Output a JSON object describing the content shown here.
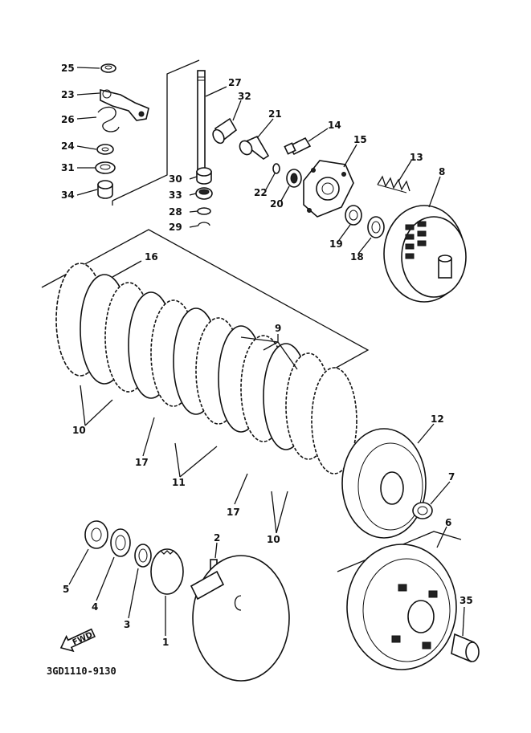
{
  "diagram_code": "3GD1110-9130",
  "fwd_label": "FWD",
  "parts": [
    {
      "id": "p1",
      "label": "1"
    },
    {
      "id": "p2",
      "label": "2"
    },
    {
      "id": "p3",
      "label": "3"
    },
    {
      "id": "p4",
      "label": "4"
    },
    {
      "id": "p5",
      "label": "5"
    },
    {
      "id": "p6",
      "label": "6"
    },
    {
      "id": "p7",
      "label": "7"
    },
    {
      "id": "p8",
      "label": "8"
    },
    {
      "id": "p9",
      "label": "9"
    },
    {
      "id": "p10a",
      "label": "10"
    },
    {
      "id": "p10b",
      "label": "10"
    },
    {
      "id": "p11",
      "label": "11"
    },
    {
      "id": "p12",
      "label": "12"
    },
    {
      "id": "p13",
      "label": "13"
    },
    {
      "id": "p14",
      "label": "14"
    },
    {
      "id": "p15",
      "label": "15"
    },
    {
      "id": "p16",
      "label": "16"
    },
    {
      "id": "p17a",
      "label": "17"
    },
    {
      "id": "p17b",
      "label": "17"
    },
    {
      "id": "p18",
      "label": "18"
    },
    {
      "id": "p19",
      "label": "19"
    },
    {
      "id": "p20",
      "label": "20"
    },
    {
      "id": "p21",
      "label": "21"
    },
    {
      "id": "p22",
      "label": "22"
    },
    {
      "id": "p23",
      "label": "23"
    },
    {
      "id": "p24",
      "label": "24"
    },
    {
      "id": "p25",
      "label": "25"
    },
    {
      "id": "p26",
      "label": "26"
    },
    {
      "id": "p27",
      "label": "27"
    },
    {
      "id": "p28",
      "label": "28"
    },
    {
      "id": "p29",
      "label": "29"
    },
    {
      "id": "p30",
      "label": "30"
    },
    {
      "id": "p31",
      "label": "31"
    },
    {
      "id": "p32",
      "label": "32"
    },
    {
      "id": "p33",
      "label": "33"
    },
    {
      "id": "p34",
      "label": "34"
    },
    {
      "id": "p35",
      "label": "35"
    }
  ]
}
